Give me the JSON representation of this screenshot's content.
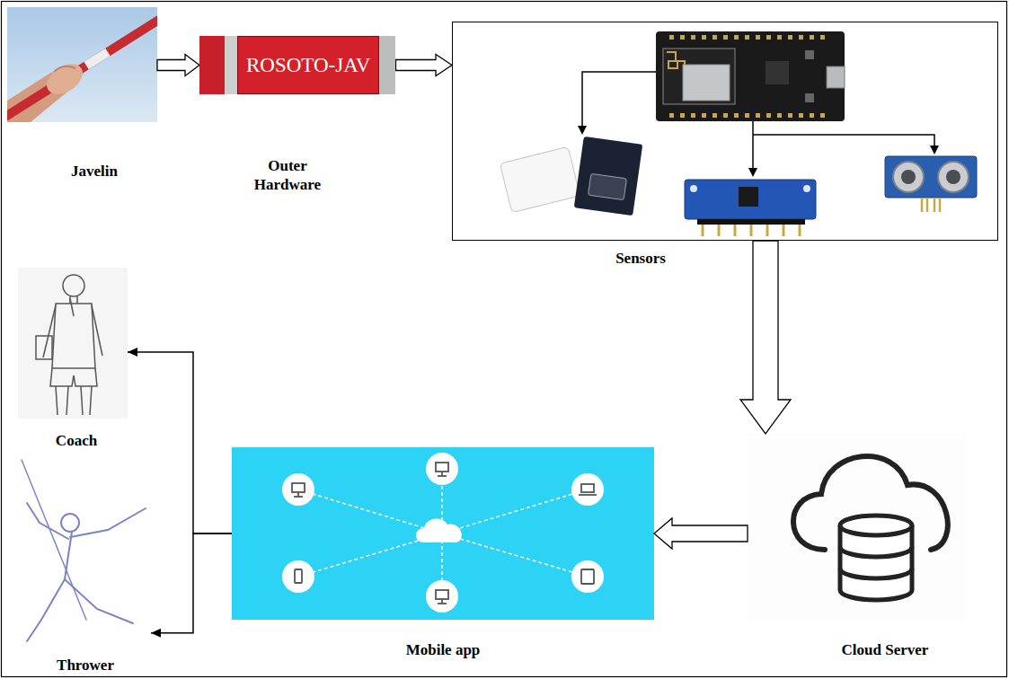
{
  "diagram": {
    "nodes": [
      {
        "text": [
          "Javelin"
        ]
      },
      {
        "text": [
          "ROSOTO-JAV",
          "Outer Hardware"
        ]
      },
      {
        "text": [
          "Sensors"
        ]
      },
      {
        "text": [
          "Cloud Server"
        ]
      },
      {
        "text": [
          "Mobile app"
        ]
      },
      {
        "text": [
          "Coach"
        ]
      },
      {
        "text": [
          "Thrower"
        ]
      }
    ],
    "edges": [
      {
        "from": 0,
        "to": 1,
        "arrow": "to"
      },
      {
        "from": 1,
        "to": 2,
        "arrow": "to"
      },
      {
        "from": 2,
        "to": 3,
        "arrow": "to"
      },
      {
        "from": 3,
        "to": 4,
        "arrow": "to"
      },
      {
        "from": 4,
        "to": 5,
        "arrow": "to"
      },
      {
        "from": 4,
        "to": 6,
        "arrow": "to"
      }
    ]
  }
}
